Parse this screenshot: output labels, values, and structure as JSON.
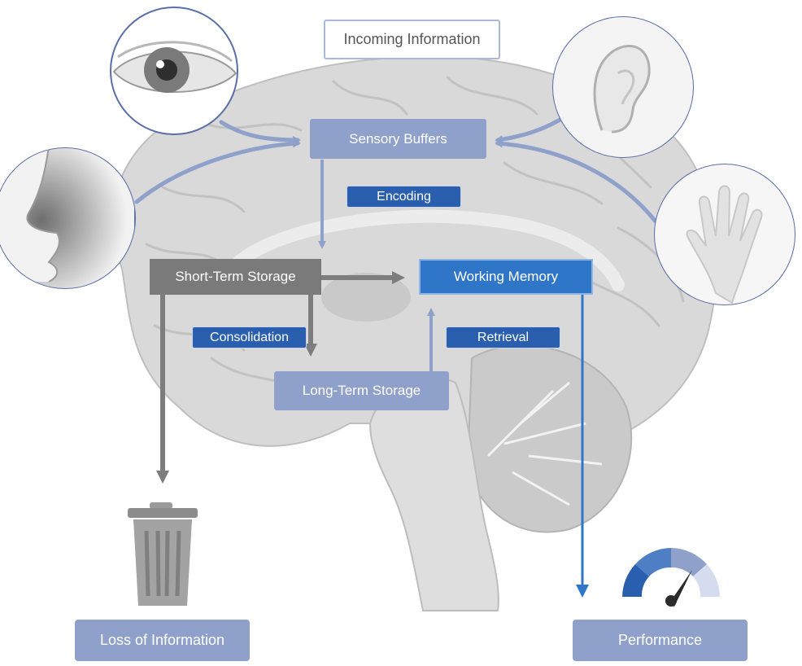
{
  "labels": {
    "incoming": "Incoming Information",
    "sensory": "Sensory Buffers",
    "encoding": "Encoding",
    "short_term": "Short-Term Storage",
    "working": "Working Memory",
    "consolidation": "Consolidation",
    "retrieval": "Retrieval",
    "long_term": "Long-Term Storage",
    "loss": "Loss of Information",
    "performance": "Performance"
  },
  "colors": {
    "light_box": "#8fa1cb",
    "gray_box": "#7a7a7a",
    "working_box": "#2f76c8",
    "tag_box": "#2a5fb0",
    "sense_arrow": "#8fa1cb",
    "gray_arrow": "#7d7d7d",
    "blue_arrow": "#2f76c8",
    "brain": "#d9d9d9"
  },
  "icons": {
    "senses": [
      "eye-icon",
      "ear-icon",
      "nose-icon",
      "hand-icon"
    ],
    "trash": "trash-can-icon",
    "gauge": "gauge-icon"
  }
}
